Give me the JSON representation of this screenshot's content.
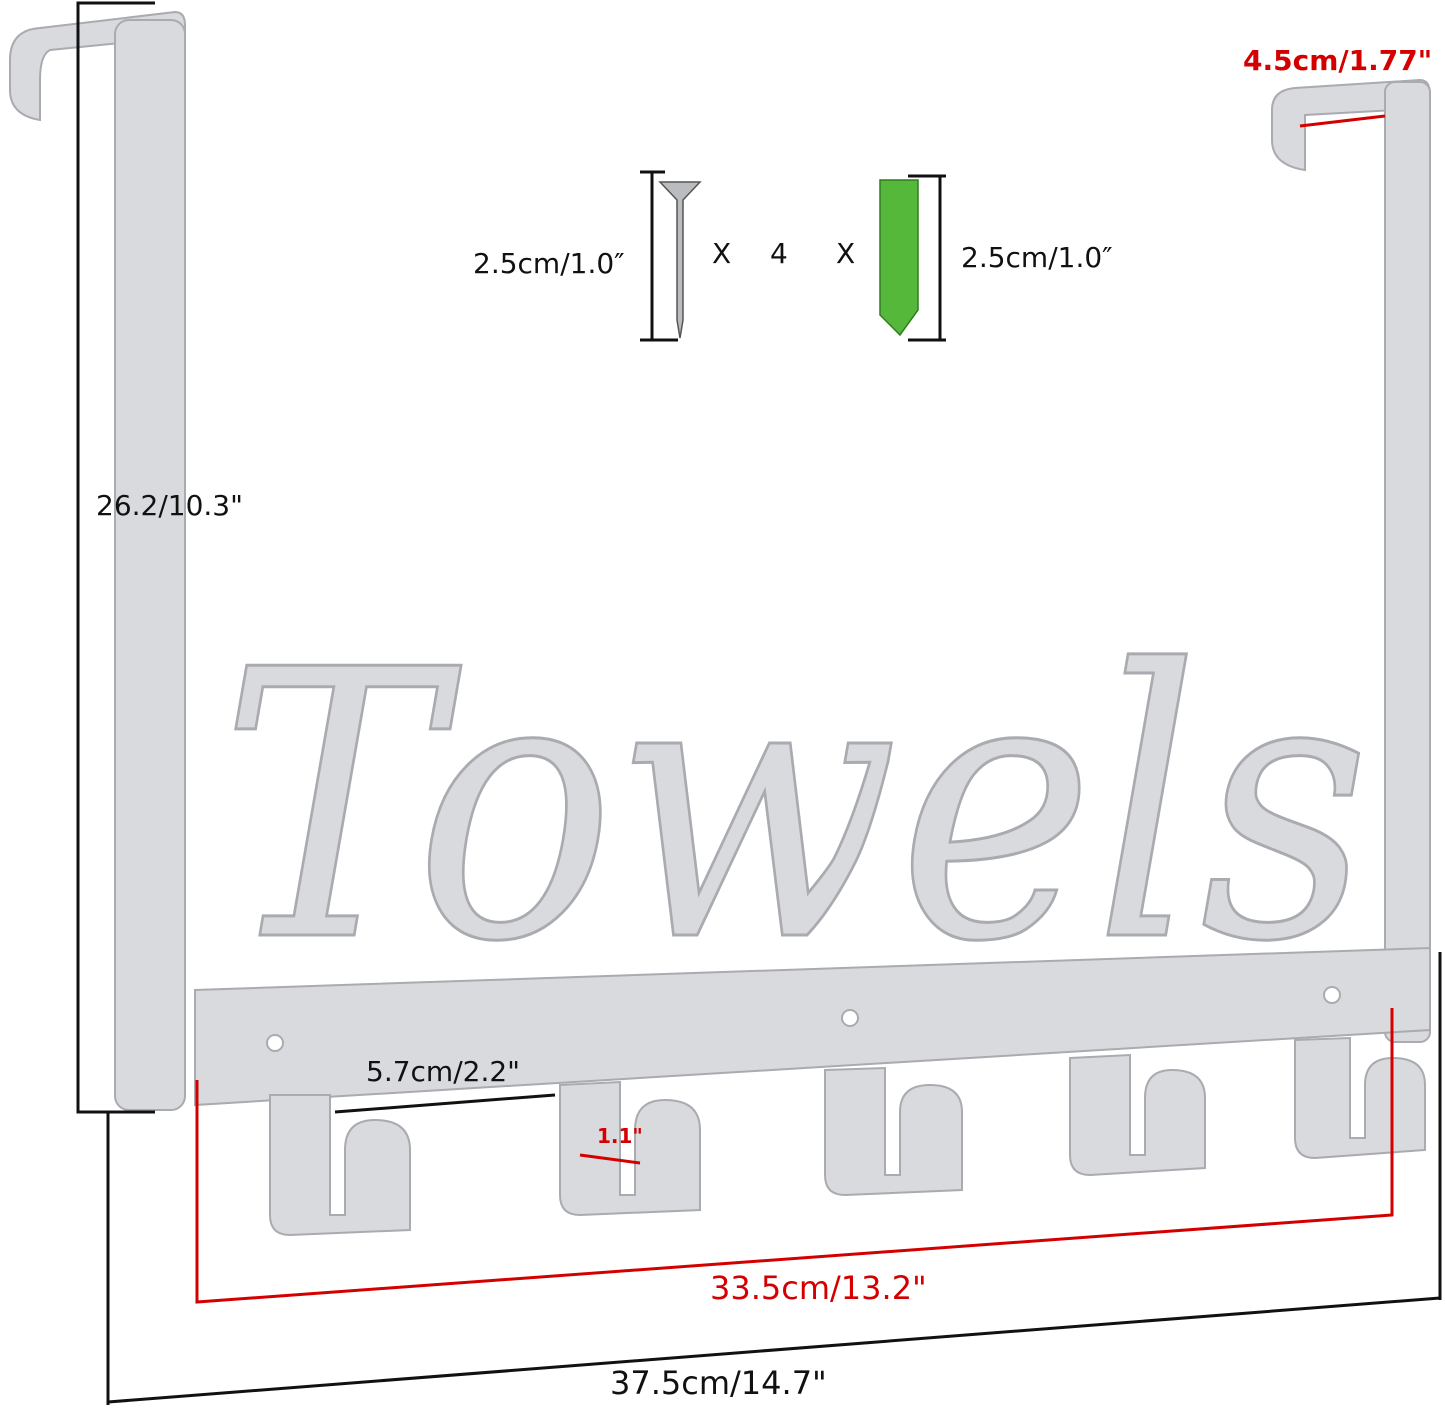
{
  "product": {
    "word": "Towels",
    "hook_count": 5
  },
  "hardware": {
    "screw_size": "2.5cm/1.0″",
    "anchor_size": "2.5cm/1.0″",
    "times_left": "X",
    "quantity": "4",
    "times_right": "X"
  },
  "dimensions": {
    "hook_depth": "4.5cm/1.77\"",
    "height": "26.2/10.3\"",
    "hook_spacing": "5.7cm/2.2\"",
    "hook_width": "1.1\"",
    "hook_span": "33.5cm/13.2\"",
    "total_width": "37.5cm/14.7\""
  },
  "colors": {
    "metal": "#d9dade",
    "metal_edge": "#a9abb0",
    "red": "#d40000",
    "anchor": "#55b83a",
    "line": "#111111"
  }
}
